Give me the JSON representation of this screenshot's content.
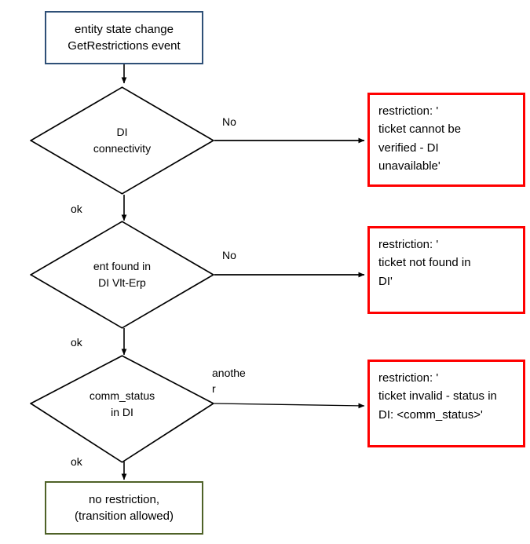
{
  "diagram": {
    "title": "entity state change GetRestrictions flowchart",
    "colors": {
      "start_border": "#2F5077",
      "end_border": "#4F6228",
      "restriction_border": "#FF0000",
      "edge": "#000000",
      "background": "#FFFFFF"
    }
  },
  "nodes": {
    "start": {
      "type": "process",
      "lines": [
        "entity state change",
        "GetRestrictions event"
      ]
    },
    "decision_connectivity": {
      "type": "decision",
      "lines": [
        "DI",
        "connectivity"
      ]
    },
    "decision_found": {
      "type": "decision",
      "lines": [
        "ent found in",
        "DI Vlt-Erp"
      ]
    },
    "decision_status": {
      "type": "decision",
      "lines": [
        "comm_status",
        "in DI"
      ]
    },
    "restriction_unavailable": {
      "type": "restriction",
      "lines": [
        "restriction: '",
        "ticket cannot be",
        "verified - DI",
        "unavailable'"
      ]
    },
    "restriction_not_found": {
      "type": "restriction",
      "lines": [
        "restriction: '",
        "ticket not found in",
        "DI'"
      ]
    },
    "restriction_invalid": {
      "type": "restriction",
      "lines": [
        "restriction: '",
        "ticket invalid - status in",
        "DI: <comm_status>'"
      ]
    },
    "end_allowed": {
      "type": "terminal",
      "lines": [
        "no restriction,",
        "(transition allowed)"
      ]
    }
  },
  "edges": {
    "start_to_connectivity": {
      "label": ""
    },
    "connectivity_no": {
      "label": "No"
    },
    "connectivity_ok": {
      "label": "ok"
    },
    "found_no": {
      "label": "No"
    },
    "found_ok": {
      "label": "ok"
    },
    "status_another": {
      "label": "anothe\nr"
    },
    "status_ok": {
      "label": "ok"
    }
  }
}
